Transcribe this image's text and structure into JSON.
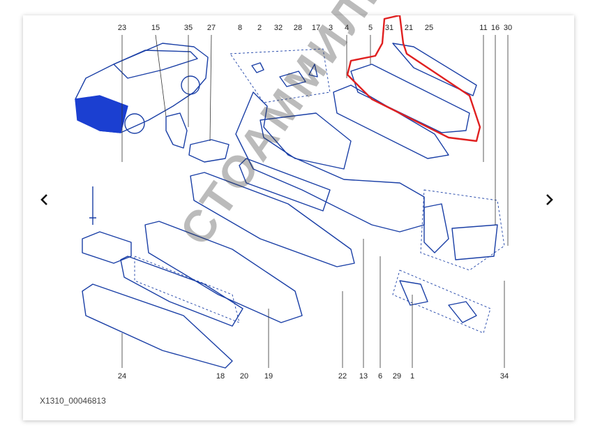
{
  "caption": "X1310_00046813",
  "watermark": "СТОАММИЛЕТ",
  "nav": {
    "prev_icon": "chevron-left-icon",
    "next_icon": "chevron-right-icon"
  },
  "colors": {
    "line": "#1a3fa6",
    "highlight": "#e02020",
    "hood": "#1b3fd1"
  },
  "labels_top": [
    "23",
    "15",
    "35",
    "27",
    "8",
    "2",
    "32",
    "28",
    "17",
    "3",
    "4",
    "5",
    "31",
    "21",
    "25",
    "11",
    "16",
    "30"
  ],
  "labels_bottom": [
    "24",
    "18",
    "20",
    "19",
    "22",
    "13",
    "6",
    "29",
    "1",
    "34"
  ]
}
